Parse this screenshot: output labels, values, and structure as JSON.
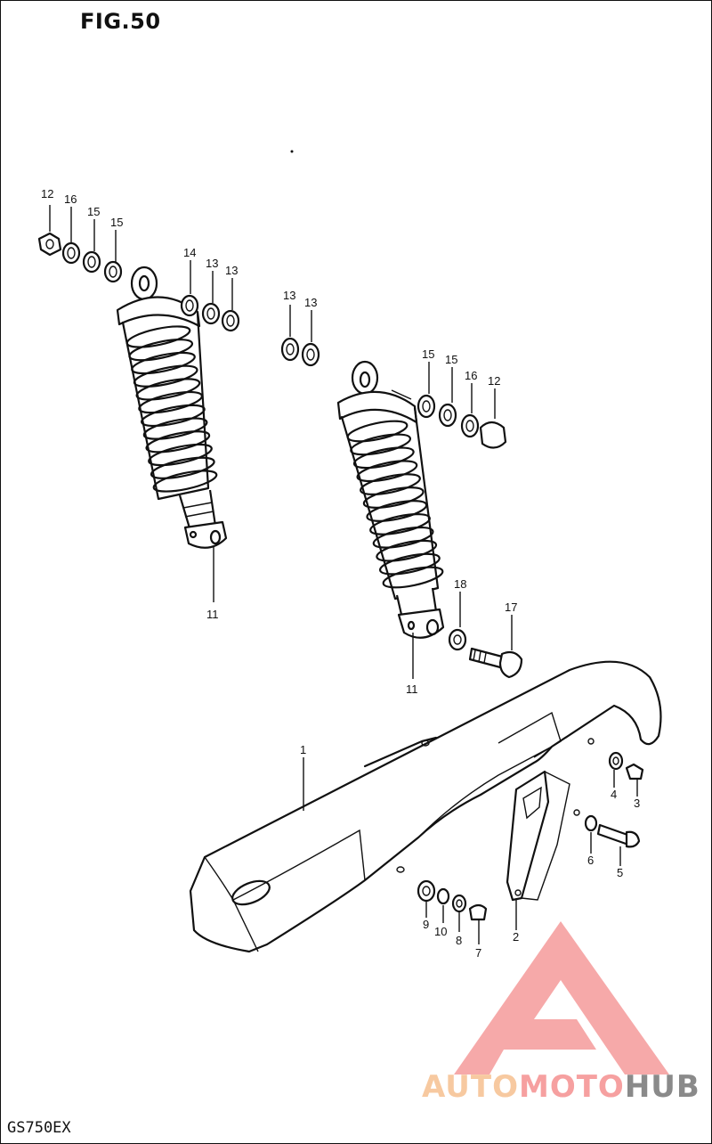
{
  "figure": {
    "title": "FIG.50",
    "model": "GS750EX"
  },
  "labels": {
    "l_shock_12": "12",
    "l_shock_16": "16",
    "l_shock_15a": "15",
    "l_shock_15b": "15",
    "l_shock_14": "14",
    "l_shock_13a": "13",
    "l_shock_13b": "13",
    "l_shock_11": "11",
    "mid_13a": "13",
    "mid_13b": "13",
    "r_shock_15a": "15",
    "r_shock_15b": "15",
    "r_shock_16": "16",
    "r_shock_12": "12",
    "r_shock_18": "18",
    "r_shock_17": "17",
    "r_shock_11": "11",
    "guard_1": "1",
    "guard_2": "2",
    "guard_3": "3",
    "guard_4": "4",
    "guard_5": "5",
    "guard_6": "6",
    "guard_7": "7",
    "guard_8": "8",
    "guard_9": "9",
    "guard_10": "10"
  },
  "watermark": {
    "part1": "AUTO",
    "part2": "MOTO",
    "part3": "HUB",
    "colors": {
      "auto": "#f7c9a0",
      "moto": "#f6a0a0",
      "hub": "#8a8a8a",
      "logo": "#f59a9a"
    }
  }
}
